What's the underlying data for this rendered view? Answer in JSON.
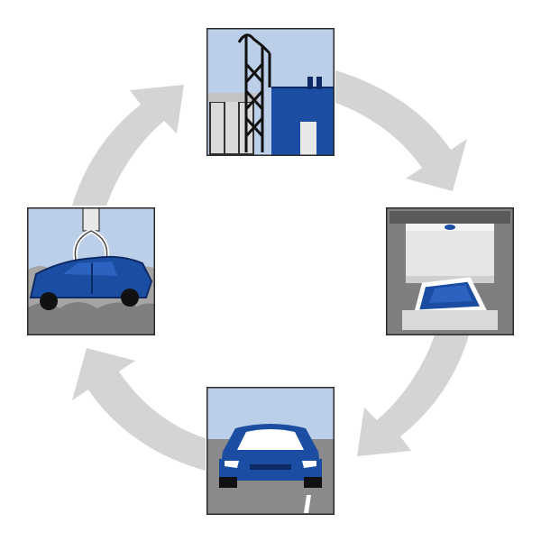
{
  "diagram": {
    "type": "lifecycle-cycle",
    "direction": "clockwise",
    "stages": [
      {
        "id": "steel-plant",
        "icon": "steel-plant-icon"
      },
      {
        "id": "press-forming",
        "icon": "press-forming-icon"
      },
      {
        "id": "car-on-road",
        "icon": "car-on-road-icon"
      },
      {
        "id": "scrap-recycling",
        "icon": "scrap-crane-car-icon"
      }
    ],
    "colors": {
      "ring": "#d4d4d4",
      "tile_border": "#2a2a2a",
      "sky": "#bccfe8",
      "brand_blue": "#1b4ea3",
      "dark_blue": "#0e2a66",
      "ground_gray": "#7f7f7f",
      "rubble_gray": "#a5a5a5",
      "white": "#ffffff"
    }
  }
}
